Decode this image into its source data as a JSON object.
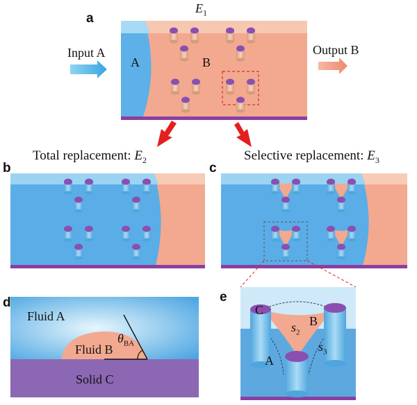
{
  "panels": {
    "a": {
      "letter": "a",
      "energy_label": "E",
      "energy_sub": "1",
      "input_label": "Input A",
      "output_label": "Output B",
      "region_a": "A",
      "region_b": "B"
    },
    "b": {
      "letter": "b",
      "caption_prefix": "Total replacement: ",
      "energy_label": "E",
      "energy_sub": "2"
    },
    "c": {
      "letter": "c",
      "caption_prefix": "Selective replacement: ",
      "energy_label": "E",
      "energy_sub": "3"
    },
    "d": {
      "letter": "d",
      "fluid_a": "Fluid A",
      "fluid_b": "Fluid B",
      "solid_c": "Solid C",
      "angle_symbol": "θ",
      "angle_sub": "BA"
    },
    "e": {
      "letter": "e",
      "label_c": "C",
      "label_b": "B",
      "label_a": "A",
      "s2": "s",
      "s2_sub": "2",
      "s3": "s",
      "s3_sub": "3"
    }
  },
  "colors": {
    "fluid_a_blue": "#6fb6ea",
    "fluid_b_salmon": "#f2a98f",
    "solid_purple": "#8a5aa8",
    "pillar_top": "#8b4fb0",
    "arrow_red": "#e4201f",
    "input_arrow": "#56b8e6",
    "output_arrow": "#f0957a"
  }
}
